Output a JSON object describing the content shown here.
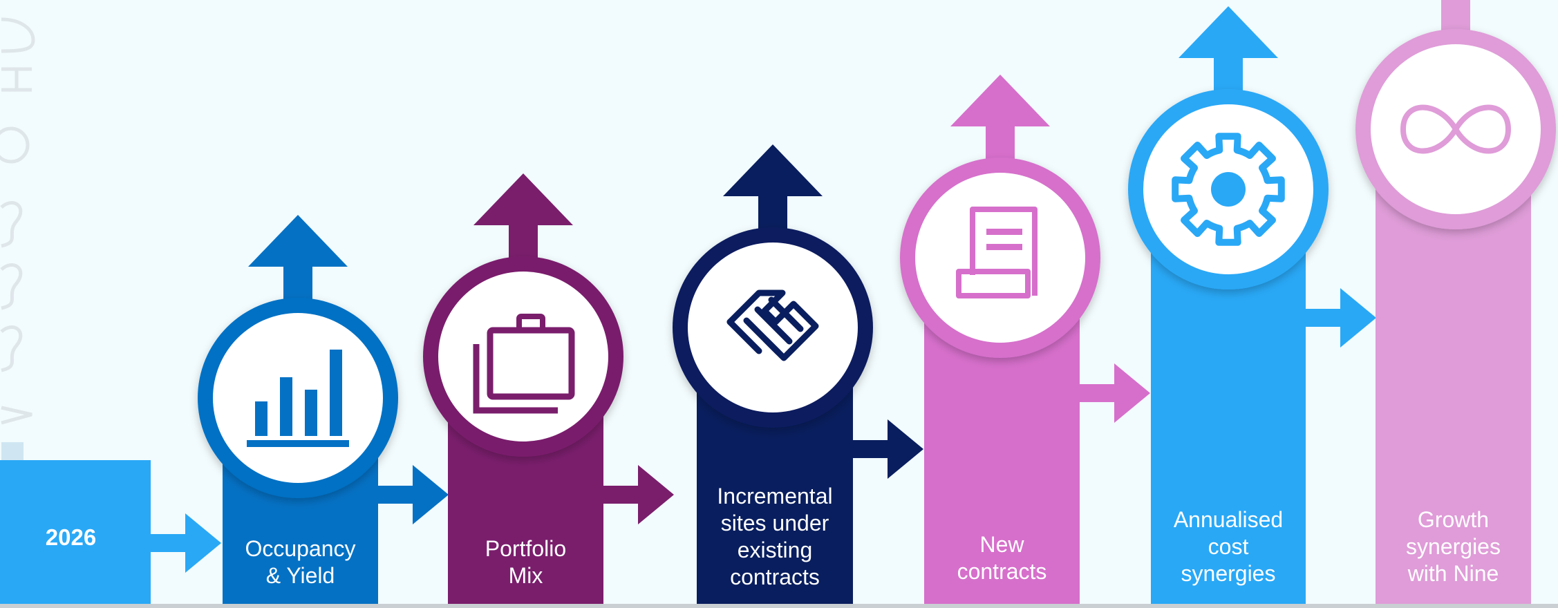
{
  "colors": {
    "background": "#f2fbfd",
    "light_blue": "#29a8f6",
    "mid_blue": "#0571c4",
    "purple": "#7a1e6c",
    "navy": "#091e5e",
    "pink": "#d66fcb",
    "light_pink": "#df9cd8",
    "watermark": "#dfe6ea"
  },
  "start": {
    "label": "2026"
  },
  "steps": [
    {
      "label": "Occupancy\n& Yield",
      "icon": "bar-chart-icon",
      "color": "#0571c4"
    },
    {
      "label": "Portfolio\nMix",
      "icon": "briefcase-icon",
      "color": "#7a1e6c"
    },
    {
      "label": "Incremental\nsites under\nexisting\ncontracts",
      "icon": "handshake-icon",
      "color": "#091e5e"
    },
    {
      "label": "New\ncontracts",
      "icon": "document-scroll-icon",
      "color": "#d66fcb"
    },
    {
      "label": "Annualised\ncost\nsynergies",
      "icon": "gear-icon",
      "color": "#29a8f6"
    },
    {
      "label": "Growth\nsynergies\nwith Nine",
      "icon": "infinity-icon",
      "color": "#df9cd8"
    }
  ]
}
